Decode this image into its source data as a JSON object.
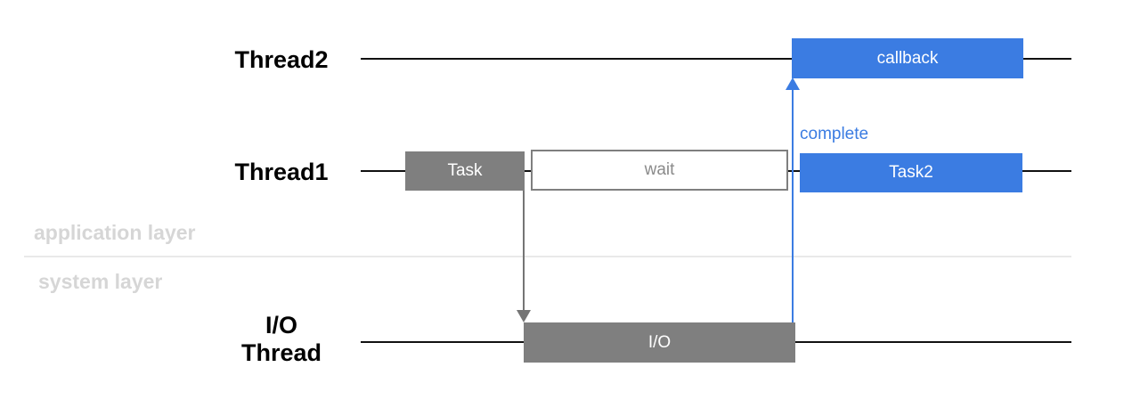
{
  "colors": {
    "blue": "#3b7ce2",
    "box_gray": "#7f7f7f",
    "arrow_gray": "#757575",
    "timeline_black": "#111111",
    "layer_text_gray": "#d6d6d6",
    "divider_gray": "#e9e9e9",
    "wait_text_gray": "#8a8a8a",
    "box_text_white": "#ffffff"
  },
  "threads": {
    "thread2": {
      "label": "Thread2"
    },
    "thread1": {
      "label": "Thread1"
    },
    "io": {
      "label_line1": "I/O",
      "label_line2": "Thread"
    }
  },
  "layers": {
    "application": {
      "label": "application layer"
    },
    "system": {
      "label": "system layer"
    }
  },
  "boxes": {
    "callback": {
      "label": "callback"
    },
    "task": {
      "label": "Task"
    },
    "wait": {
      "label": "wait"
    },
    "task2": {
      "label": "Task2"
    },
    "io": {
      "label": "I/O"
    }
  },
  "arrows": {
    "complete": {
      "label": "complete"
    }
  }
}
